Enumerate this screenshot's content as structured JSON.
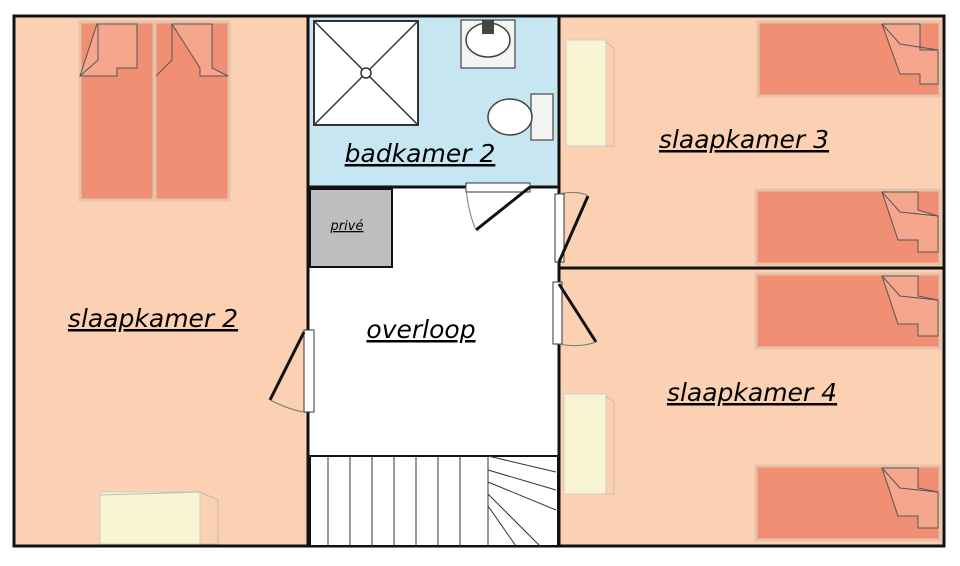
{
  "rooms": {
    "bedroom2": "slaapkamer 2",
    "bathroom2": "badkamer 2",
    "private": "privé",
    "landing": "overloop",
    "bedroom3": "slaapkamer 3",
    "bedroom4": "slaapkamer 4"
  },
  "colors": {
    "bedroom_fill": "#fbd0b3",
    "bathroom_fill": "#c6e7f2",
    "private_fill": "#bebebe",
    "bed_fill": "#f08f73",
    "pillow_fill": "#f7a68e",
    "desk_fill": "#f8f3d0",
    "wall": "#111111"
  }
}
